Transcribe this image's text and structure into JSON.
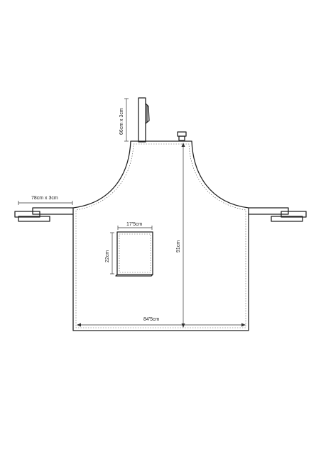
{
  "labels": {
    "neck_strap": "66cm x 3cm",
    "waist_tie": "78cm x 3cm",
    "pocket_width": "17'5cm",
    "pocket_height": "22cm",
    "apron_length": "91cm",
    "apron_width": "84'5cm"
  },
  "colors": {
    "outline": "#222222",
    "stitching": "#555555",
    "background": "#ffffff"
  }
}
